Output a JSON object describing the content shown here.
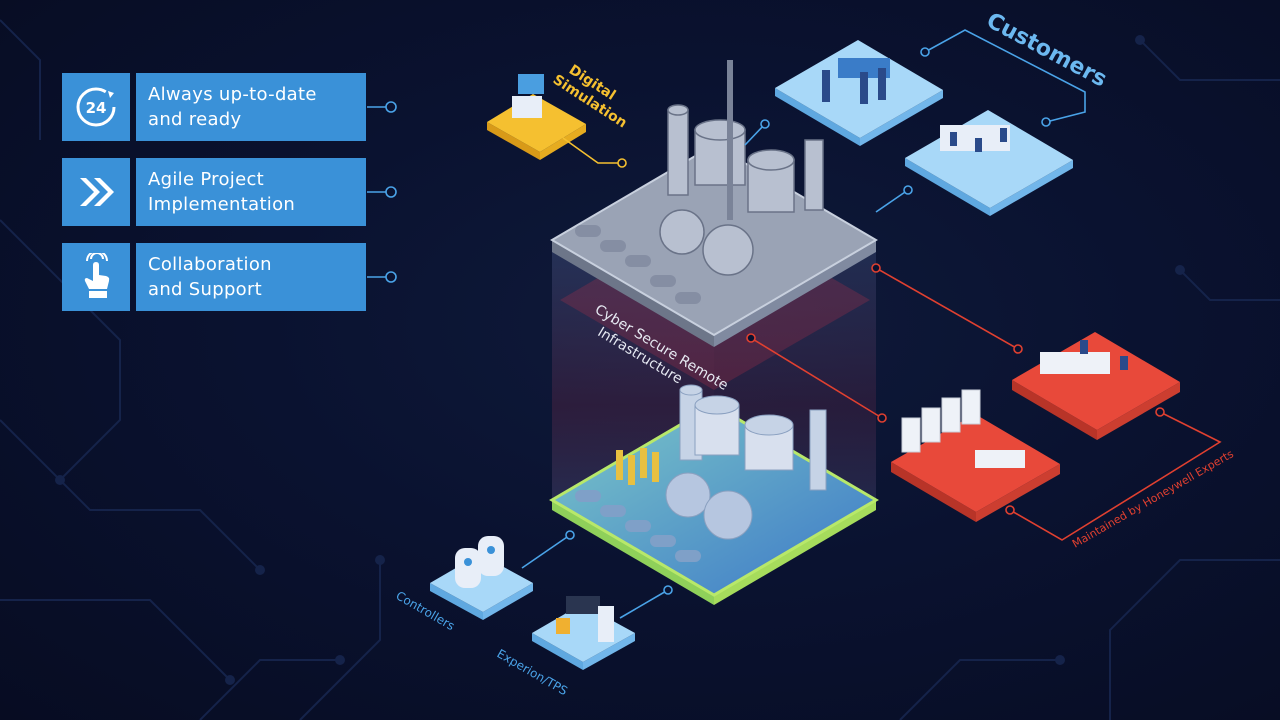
{
  "features": [
    {
      "icon": "clock-24-icon",
      "badge": "24",
      "line1": "Always up-to-date",
      "line2": "and ready"
    },
    {
      "icon": "chevrons-right-icon",
      "line1": "Agile Project",
      "line2": "Implementation"
    },
    {
      "icon": "hand-pointer-icon",
      "line1": "Collaboration",
      "line2": "and Support"
    }
  ],
  "labels": {
    "digital_line1": "Digital",
    "digital_line2": "Simulation",
    "customers": "Customers",
    "cyber_line1": "Cyber Secure Remote",
    "cyber_line2": "Infrastructure",
    "experts": "Maintained by Honeywell Experts",
    "controllers": "Controllers",
    "experion": "Experion/TPS"
  },
  "colors": {
    "background": "#0a1230",
    "feature_box": "#3a91d8",
    "connector_blue": "#4aa3e8",
    "connector_red": "#e04030",
    "platform_blue": "#9fd4f5",
    "platform_red": "#e8493a",
    "platform_yellow": "#f5c030",
    "top_plant": "#9aa3b5",
    "bottom_plant": "#5fb3c8",
    "bottom_edge": "#9bd84a",
    "digital_text": "#f5c030",
    "customers_text": "#6cb8f0",
    "experts_text": "#e04030"
  }
}
